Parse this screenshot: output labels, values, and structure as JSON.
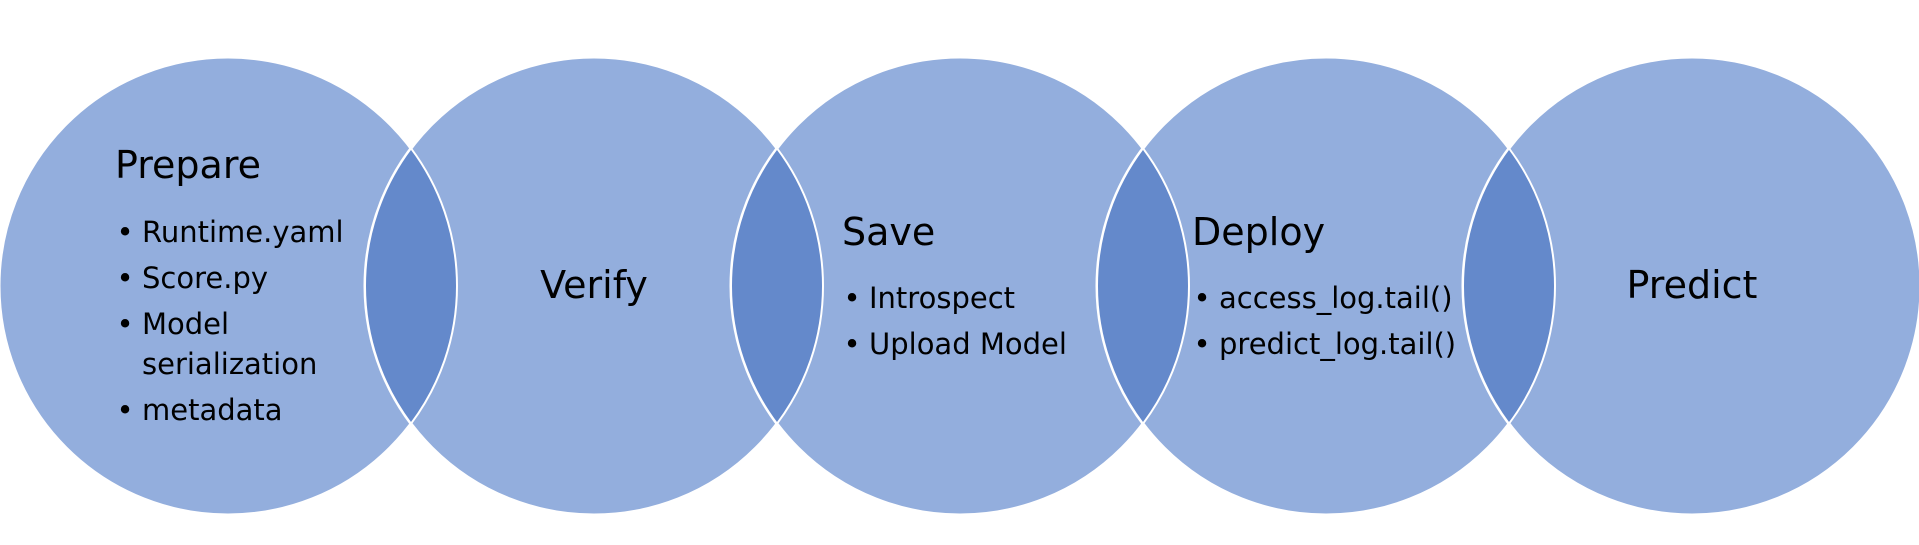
{
  "colors": {
    "circle_fill": "#93AEDD",
    "overlap_fill": "#6489CB",
    "outline": "#FFFFFF",
    "text": "#000000"
  },
  "stages": [
    {
      "title": "Prepare",
      "items": [
        [
          "Runtime.yaml"
        ],
        [
          "Score.py"
        ],
        [
          "Model",
          "serialization"
        ],
        [
          "metadata"
        ]
      ]
    },
    {
      "title": "Verify",
      "items": []
    },
    {
      "title": "Save",
      "items": [
        [
          "Introspect"
        ],
        [
          "Upload Model"
        ]
      ]
    },
    {
      "title": "Deploy",
      "items": [
        [
          "access_log.tail()"
        ],
        [
          "predict_log.tail()"
        ]
      ]
    },
    {
      "title": "Predict",
      "items": []
    }
  ]
}
